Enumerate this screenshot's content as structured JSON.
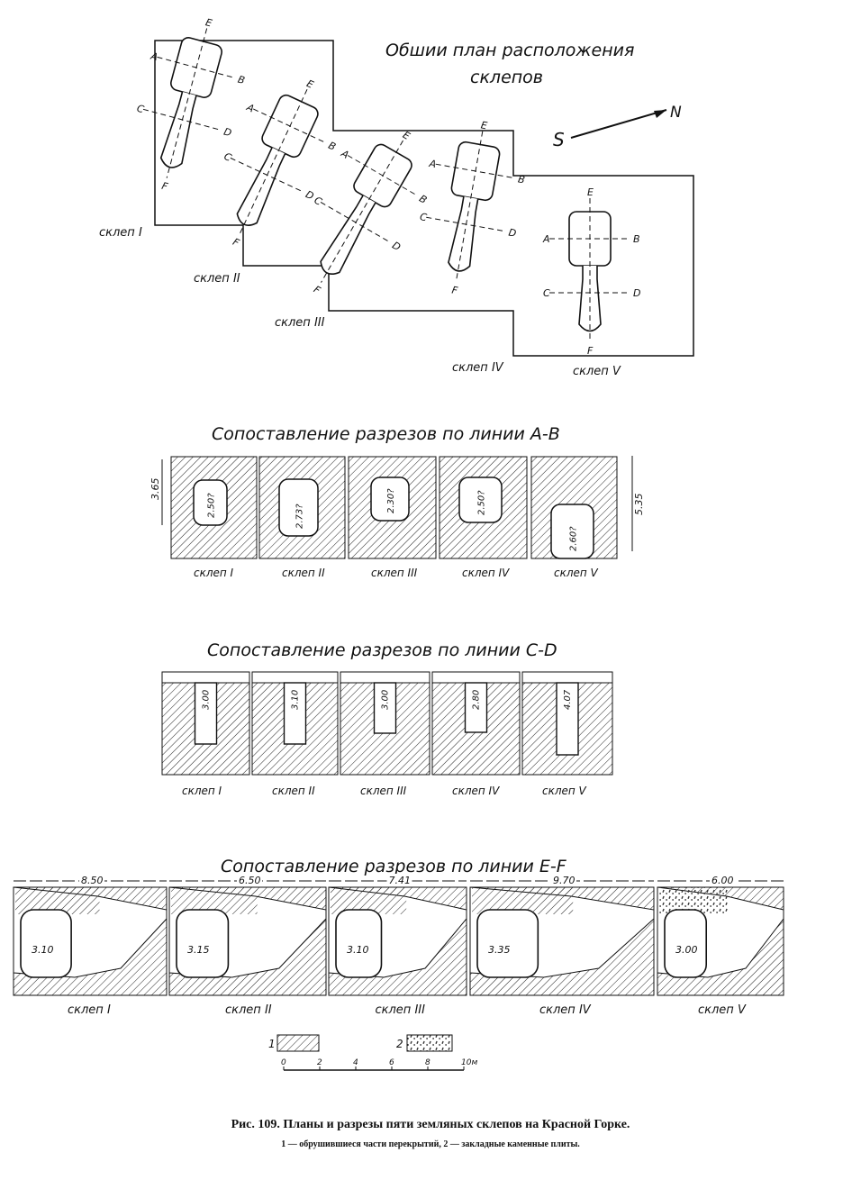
{
  "plan": {
    "title_line1": "Обшии план расположения",
    "title_line2": "склепов",
    "compass_s": "S",
    "compass_n": "N",
    "vault_labels": [
      "склеп I",
      "склеп II",
      "склеп III",
      "склеп IV",
      "склеп V"
    ],
    "letters": [
      "A",
      "B",
      "C",
      "D",
      "E",
      "F"
    ]
  },
  "section_ab": {
    "title": "Сопоставление разрезов по линии A-B",
    "left_dim": "3.65",
    "right_dim": "5.35",
    "heights": [
      "2.50?",
      "2.73?",
      "2.30?",
      "2.50?",
      "2.60?"
    ],
    "labels": [
      "склеп I",
      "склеп II",
      "склеп III",
      "склеп IV",
      "склеп V"
    ]
  },
  "section_cd": {
    "title": "Сопоставление разрезов по линии C-D",
    "heights": [
      "3.00",
      "3.10",
      "3.00",
      "2.80",
      "4.07"
    ],
    "labels": [
      "склеп I",
      "склеп II",
      "склеп III",
      "склеп IV",
      "склеп V"
    ]
  },
  "section_ef": {
    "title": "Сопоставление разрезов по линии E-F",
    "lengths": [
      "8.50",
      "6.50",
      "7.41",
      "9.70",
      "6.00"
    ],
    "widths": [
      "3.10",
      "3.15",
      "3.10",
      "3.35",
      "3.00"
    ],
    "labels": [
      "склеп I",
      "склеп II",
      "склеп III",
      "склеп IV",
      "склеп V"
    ]
  },
  "legend": {
    "item1": "1",
    "item2": "2",
    "scale_ticks": [
      "0",
      "2",
      "4",
      "6",
      "8",
      "10м"
    ]
  },
  "caption": {
    "title": "Рис. 109. Планы и разрезы пяти земляных склепов на Красной Горке.",
    "subtitle": "1 — обрушившиеся части перекрытий, 2 — закладные каменные плиты."
  }
}
